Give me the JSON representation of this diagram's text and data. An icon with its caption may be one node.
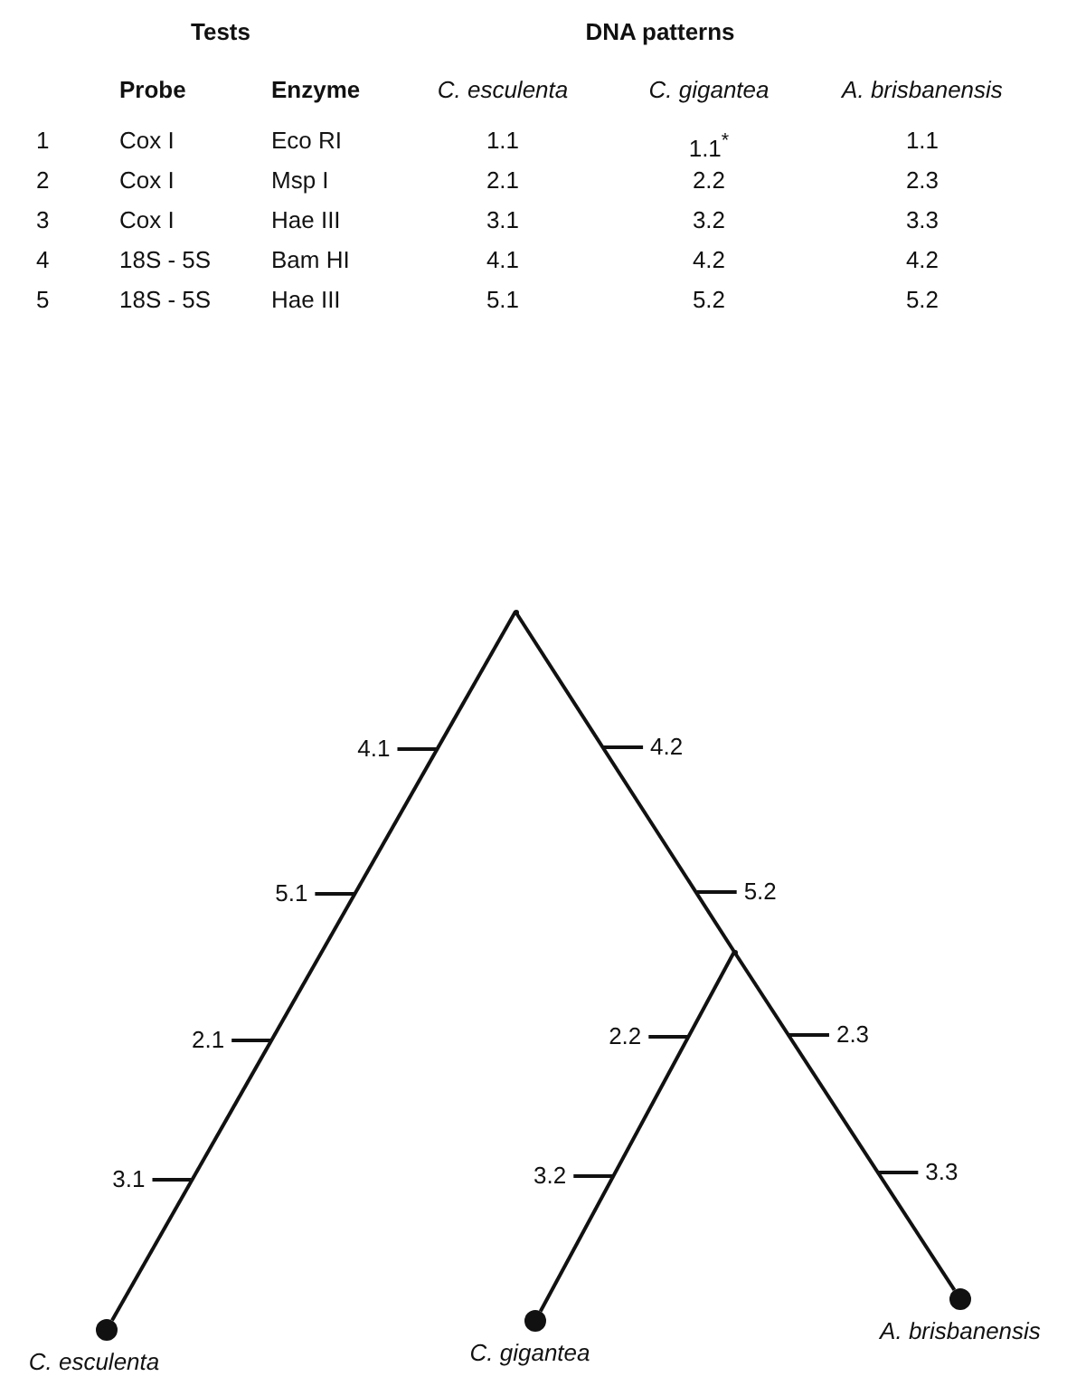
{
  "diagram": {
    "nodes": [
      {
        "text": [],
        "shape": "point"
      },
      {
        "text": [],
        "shape": "point"
      },
      {
        "text": [
          "C. esculenta"
        ]
      },
      {
        "text": [
          "C. gigantea"
        ]
      },
      {
        "text": [
          "A. brisbanensis"
        ]
      }
    ],
    "edges": [
      {
        "from": 0,
        "to": 2,
        "arrow": "none"
      },
      {
        "from": 0,
        "to": 1,
        "arrow": "none"
      },
      {
        "from": 1,
        "to": 3,
        "arrow": "none"
      },
      {
        "from": 1,
        "to": 4,
        "arrow": "none"
      }
    ],
    "labels": [
      "Tests",
      "DNA patterns",
      "Probe",
      "Enzyme",
      "C. esculenta",
      "C. gigantea",
      "A. brisbanensis",
      "1",
      "Cox I",
      "Eco RI",
      "1.1",
      "1.1$^{*}$",
      "1.1",
      "2",
      "Cox I",
      "Msp I",
      "2.1",
      "2.2",
      "2.3",
      "3",
      "Cox I",
      "Hae III",
      "3.1",
      "3.2",
      "3.3",
      "4",
      "18S - 5S",
      "Bam HI",
      "4.1",
      "4.2",
      "4.2",
      "5",
      "18S - 5S",
      "Hae III",
      "5.1",
      "5.2",
      "5.2",
      "4.1",
      "4.2",
      "5.1",
      "5.2",
      "2.1",
      "2.2",
      "2.3",
      "3.1",
      "3.2",
      "3.3"
    ]
  }
}
